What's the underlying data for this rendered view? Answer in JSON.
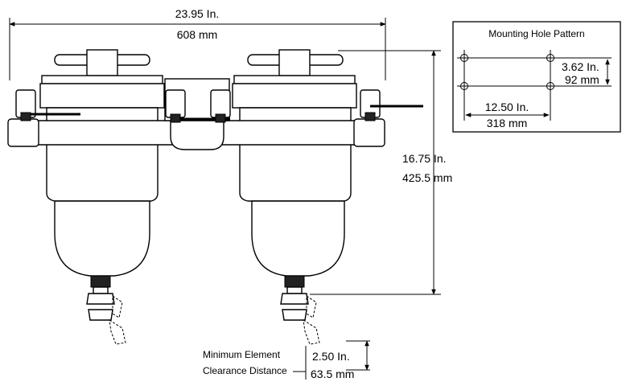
{
  "dimensions": {
    "width_in": "23.95 In.",
    "width_mm": "608 mm",
    "height_in": "16.75 In.",
    "height_mm": "425.5 mm",
    "clearance_in": "2.50 In.",
    "clearance_mm": "63.5 mm"
  },
  "clearance_label": {
    "line1": "Minimum Element",
    "line2": "Clearance Distance"
  },
  "mounting_pattern": {
    "title": "Mounting Hole Pattern",
    "vertical_in": "3.62 In.",
    "vertical_mm": "92 mm",
    "horizontal_in": "12.50 In.",
    "horizontal_mm": "318 mm"
  }
}
